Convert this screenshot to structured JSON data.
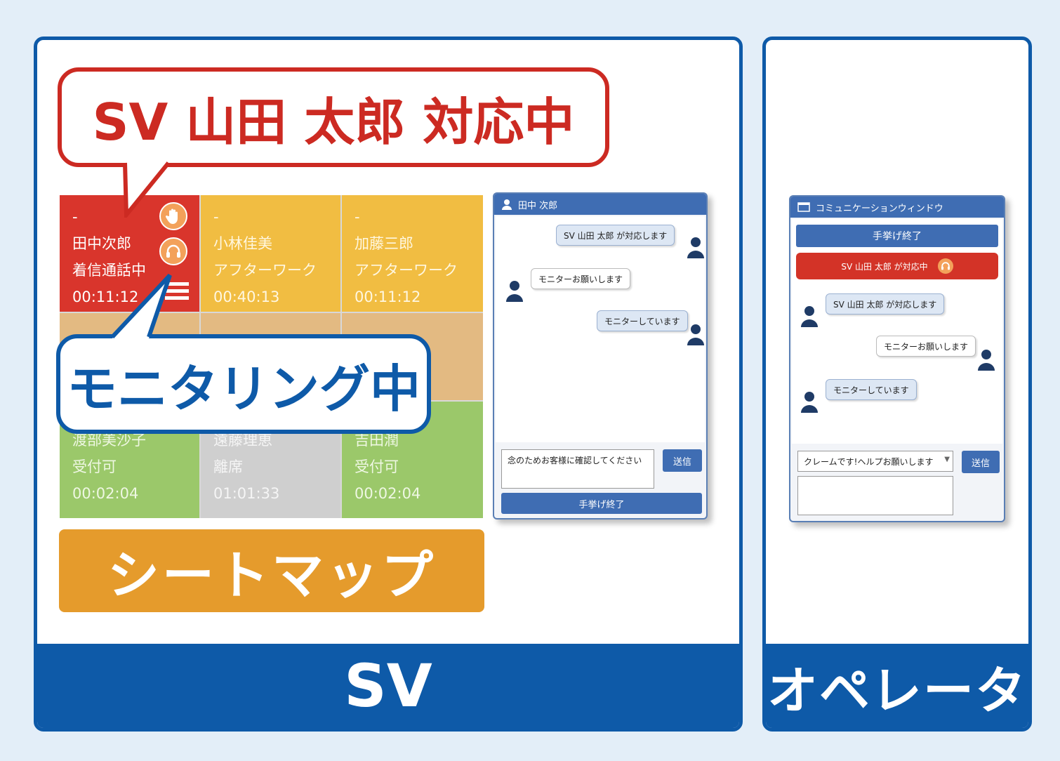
{
  "callouts": {
    "sv_handling": "SV 山田 太郎 対応中",
    "monitoring": "モニタリング中"
  },
  "seats": [
    {
      "dash": "-",
      "name": "田中次郎",
      "status": "着信通話中",
      "time": "00:11:12"
    },
    {
      "dash": "-",
      "name": "小林佳美",
      "status": "アフターワーク",
      "time": "00:40:13"
    },
    {
      "dash": "-",
      "name": "加藤三郎",
      "status": "アフターワーク",
      "time": "00:11:12"
    },
    {
      "name": "渡部美沙子",
      "status": "受付可",
      "time": "00:02:04"
    },
    {
      "name": "遠藤理恵",
      "status": "離席",
      "time": "01:01:33"
    },
    {
      "name": "吉田潤",
      "status": "受付可",
      "time": "00:02:04"
    }
  ],
  "seatmap_label": "シートマップ",
  "sv_window": {
    "title": "田中 次郎",
    "messages": [
      "SV 山田 太郎 が対応します",
      "モニターお願いします",
      "モニターしています"
    ],
    "input_value": "念のためお客様に確認してください",
    "send_label": "送信",
    "hand_down_label": "手挙げ終了"
  },
  "op_window": {
    "title": "コミュニケーションウィンドウ",
    "hand_down_label": "手挙げ終了",
    "status": "SV 山田  太郎 が対応中",
    "messages": [
      "SV 山田 太郎 が対応します",
      "モニターお願いします",
      "モニターしています"
    ],
    "select_value": "クレームです!ヘルプお願いします",
    "send_label": "送信"
  },
  "panels": {
    "sv_label": "SV",
    "operator_label": "オペレータ"
  },
  "colors": {
    "primary": "#0e5aa8",
    "alert": "#cc2a22",
    "busy_seat": "#d9352c",
    "afterwork_seat": "#f1bd42",
    "available_seat": "#9bc86a",
    "away_seat": "#cfcfcf",
    "seatmap_label_bg": "#e59b2c"
  },
  "icons": [
    "raised-hand-icon",
    "headset-icon",
    "menu-icon",
    "person-icon",
    "window-icon"
  ]
}
